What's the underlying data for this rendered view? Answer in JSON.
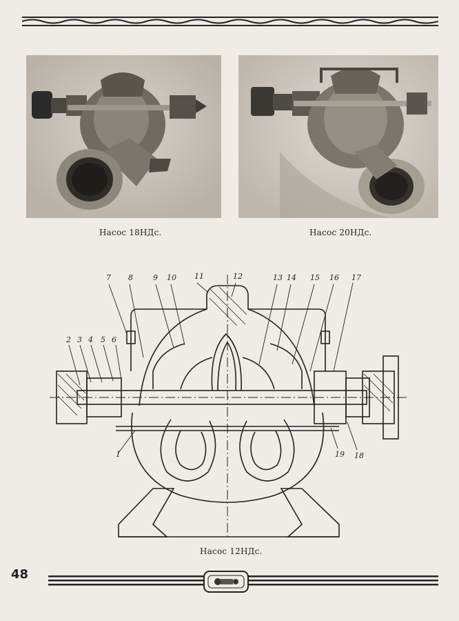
{
  "photos": {
    "left_caption": "Насос 18НДс.",
    "right_caption": "Насос 20НДс."
  },
  "drawing": {
    "caption": "Насос 12НДс.",
    "callouts": [
      "1",
      "2",
      "3",
      "4",
      "5",
      "6",
      "7",
      "8",
      "9",
      "10",
      "11",
      "12",
      "13",
      "14",
      "15",
      "16",
      "17",
      "18",
      "19"
    ]
  },
  "page_number": "48"
}
